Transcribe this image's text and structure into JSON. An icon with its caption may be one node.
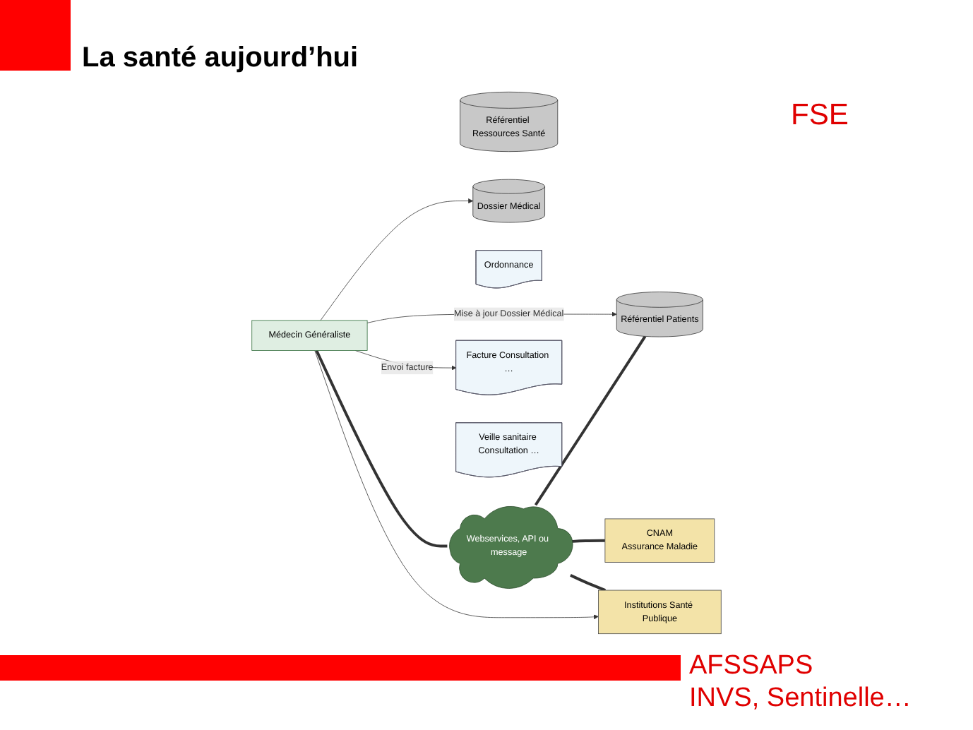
{
  "diagram": {
    "title": "La santé aujourd’hui",
    "nodes": [
      {
        "text": [
          "Référentiel Ressources Santé"
        ]
      },
      {
        "text": [
          "Référentiel Patients"
        ]
      },
      {
        "text": [
          "Dossier Médical"
        ]
      },
      {
        "text": [
          "Ordonnance"
        ]
      },
      {
        "text": [
          "Webservices, API ou message"
        ]
      },
      {
        "text": [
          "CNAM",
          "Assurance Maladie"
        ]
      },
      {
        "text": [
          "Facture Consultation …"
        ]
      },
      {
        "text": [
          "Médecin Généraliste"
        ]
      },
      {
        "text": [
          "Veille sanitaire Consultation …"
        ]
      },
      {
        "text": [
          "Institutions Santé Publique"
        ]
      }
    ],
    "edges": [
      {
        "from": 7,
        "to": 4,
        "arrow": "none",
        "style": "thick"
      },
      {
        "from": 7,
        "to": 1,
        "arrow": "to",
        "label": "Mise à jour Dossier Médical"
      },
      {
        "from": 7,
        "to": 2,
        "arrow": "to"
      },
      {
        "from": 4,
        "to": 1,
        "arrow": "none",
        "style": "thick"
      },
      {
        "from": 4,
        "to": 5,
        "arrow": "none",
        "style": "thick"
      },
      {
        "from": 7,
        "to": 6,
        "arrow": "to",
        "label": "Envoi facture"
      },
      {
        "from": 4,
        "to": 9,
        "arrow": "none",
        "style": "thick"
      },
      {
        "from": 7,
        "to": 9,
        "arrow": "to"
      }
    ],
    "labels": [
      "FSE",
      "AFSSAPS",
      "INVS, Sentinelle…"
    ]
  }
}
